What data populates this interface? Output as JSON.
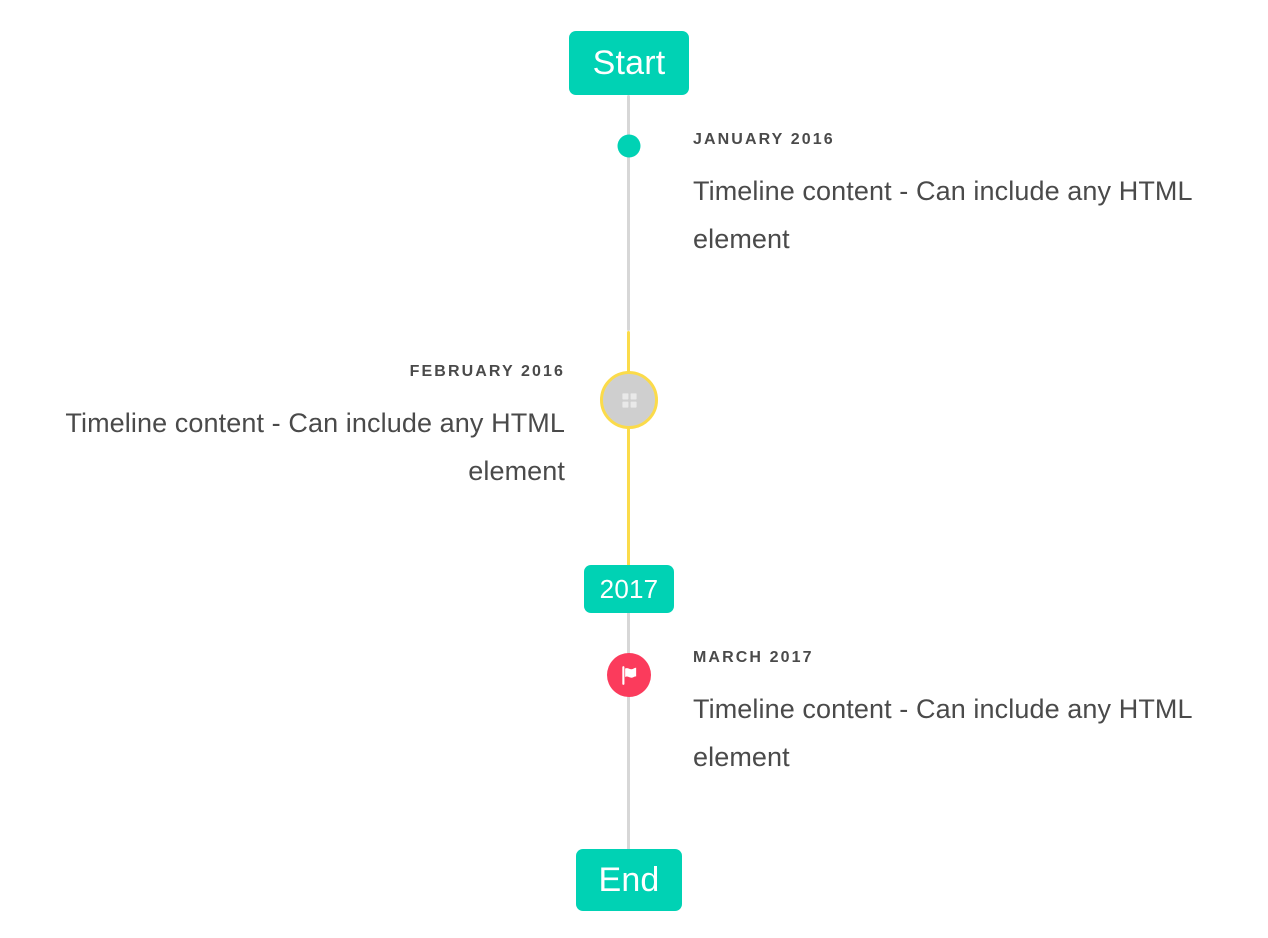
{
  "timeline": {
    "axis": {
      "line_color_default": "#d7d7d7",
      "line_color_highlight": "#fbdb4a"
    },
    "start_badge": {
      "label": "Start",
      "color": "#00d2b4"
    },
    "mid_badge": {
      "label": "2017",
      "color": "#00d2b4"
    },
    "end_badge": {
      "label": "End",
      "color": "#00d2b4"
    },
    "entries": [
      {
        "date": "JANUARY 2016",
        "body": "Timeline content - Can include any HTML element",
        "side": "right",
        "marker": "dot-icon",
        "marker_color": "#00d2b4"
      },
      {
        "date": "FEBRUARY 2016",
        "body": "Timeline content - Can include any HTML element",
        "side": "left",
        "marker": "grid-icon",
        "marker_color": "#cfcfcf",
        "marker_ring_color": "#fbdb4a"
      },
      {
        "date": "MARCH 2017",
        "body": "Timeline content - Can include any HTML element",
        "side": "right",
        "marker": "flag-icon",
        "marker_color": "#fb3b5c"
      }
    ]
  }
}
